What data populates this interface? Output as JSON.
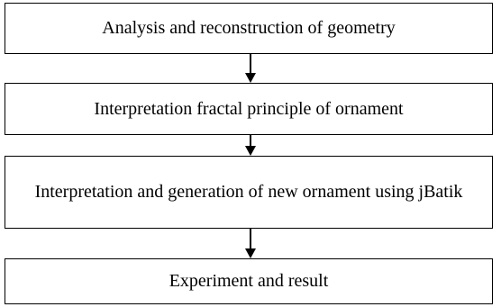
{
  "flowchart": {
    "steps": [
      {
        "label": "Analysis and reconstruction of geometry"
      },
      {
        "label": "Interpretation fractal principle of ornament"
      },
      {
        "label": "Interpretation and generation of new ornament using jBatik"
      },
      {
        "label": "Experiment and result"
      }
    ],
    "colors": {
      "border": "#000000",
      "background": "#ffffff",
      "text": "#000000"
    },
    "icons": [
      "arrow-down-icon"
    ]
  }
}
